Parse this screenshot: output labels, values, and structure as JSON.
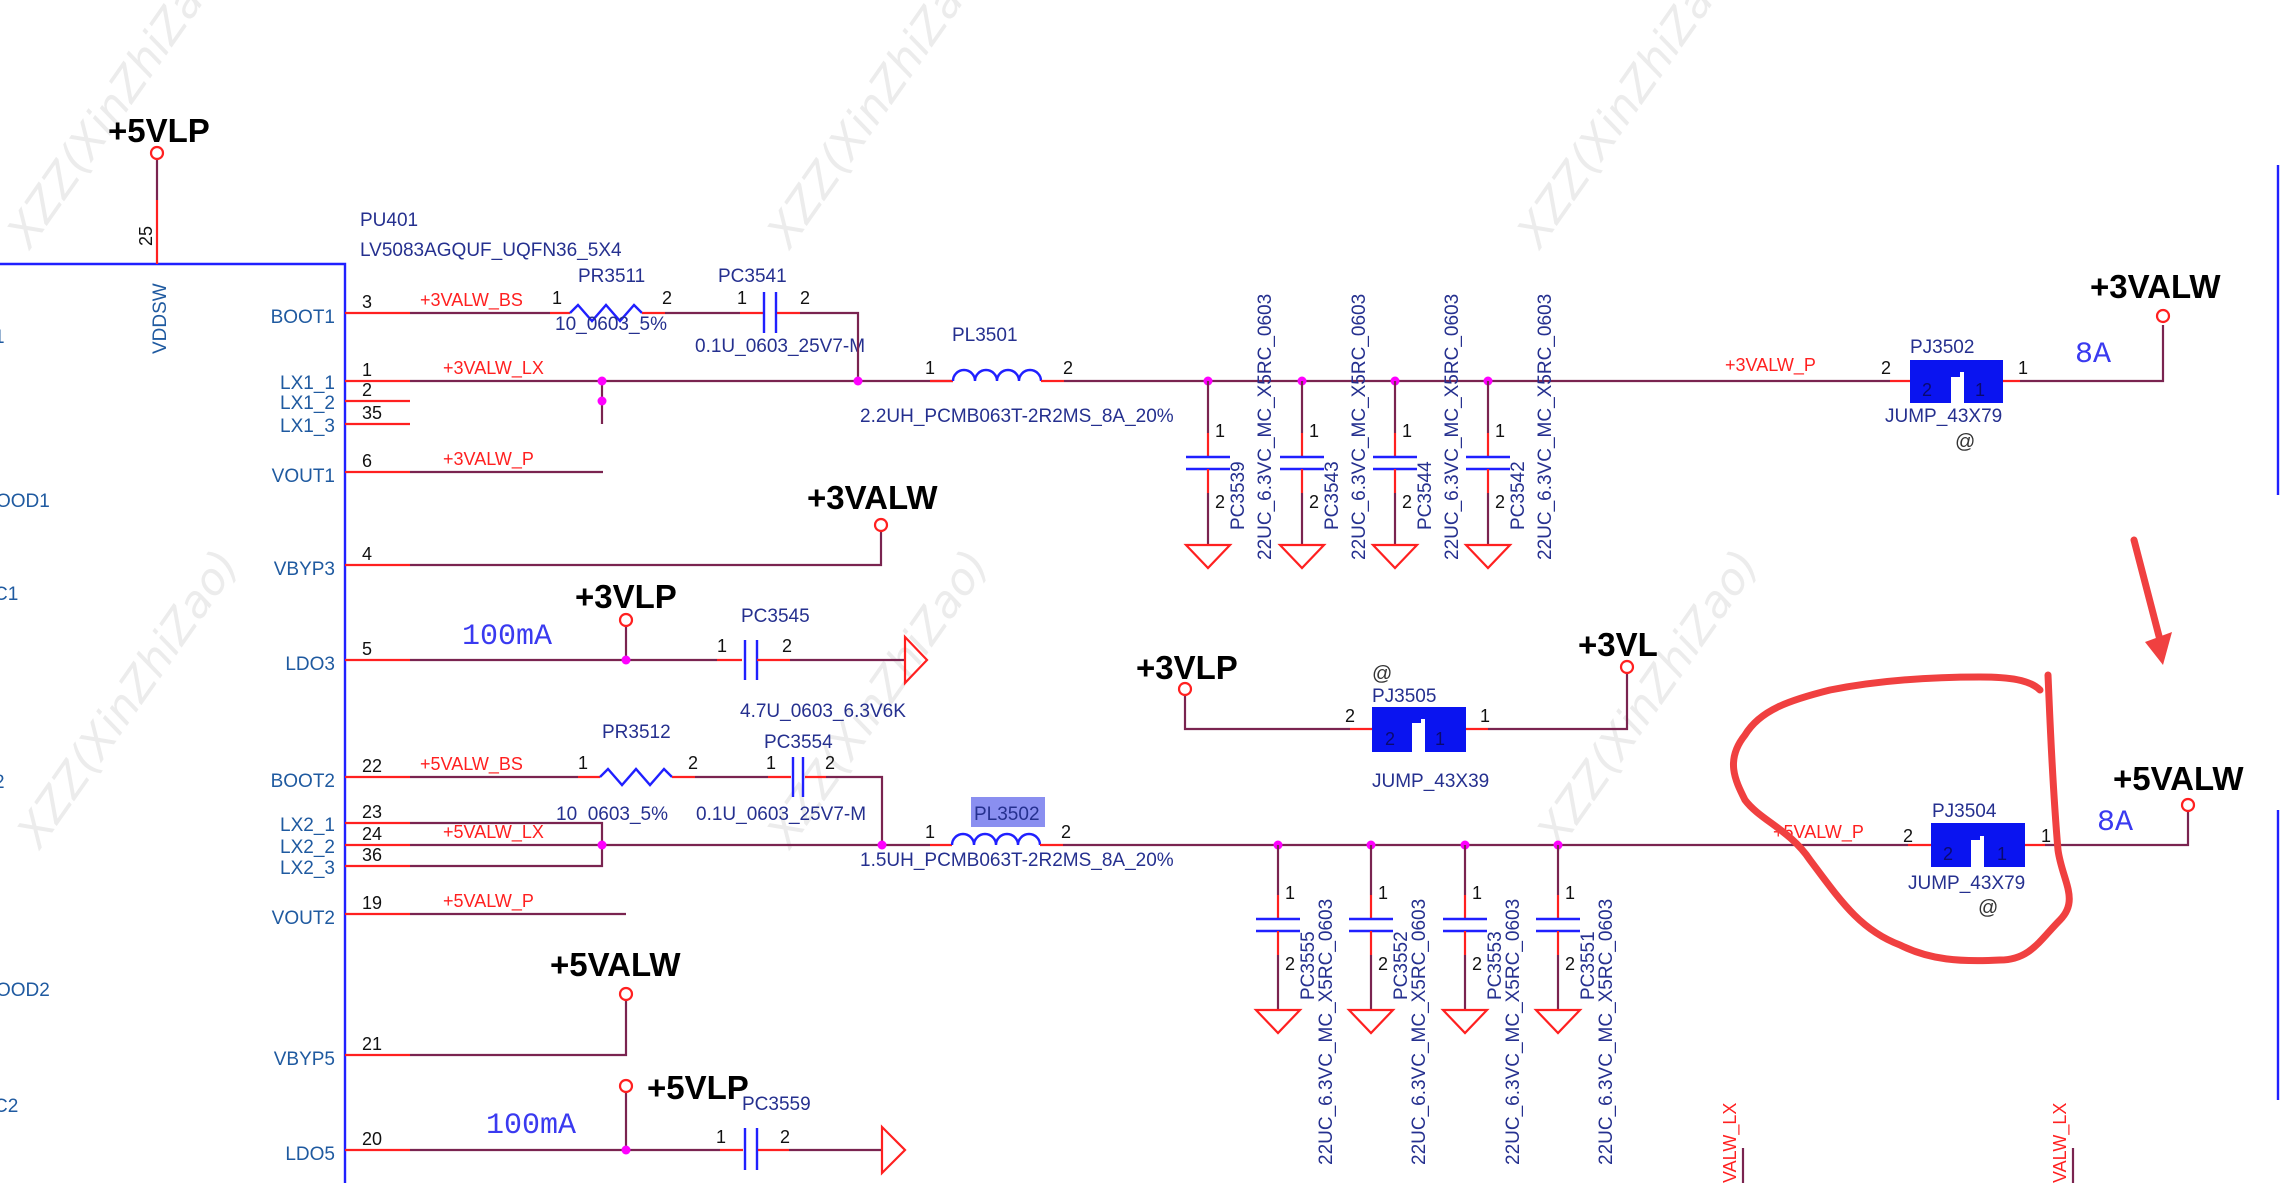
{
  "watermark": "XZZ(XinZhiZao)",
  "ic": {
    "refdes": "PU401",
    "part": "LV5083AGQUF_UQFN36_5X4",
    "top_pin": {
      "name": "VDDSW",
      "number": "25",
      "rail": "+5VLP"
    },
    "left_fragments": [
      "1",
      "OOD1",
      "C1",
      "2",
      "OOD2",
      "C2"
    ],
    "pins": [
      {
        "name": "BOOT1",
        "number": "3",
        "net": "+3VALW_BS"
      },
      {
        "name": "LX1_1",
        "number": "1",
        "net": "+3VALW_LX"
      },
      {
        "name": "LX1_2",
        "number": "2",
        "net": ""
      },
      {
        "name": "LX1_3",
        "number": "35",
        "net": ""
      },
      {
        "name": "VOUT1",
        "number": "6",
        "net": "+3VALW_P"
      },
      {
        "name": "VBYP3",
        "number": "4",
        "net": ""
      },
      {
        "name": "LDO3",
        "number": "5",
        "net": ""
      },
      {
        "name": "BOOT2",
        "number": "22",
        "net": "+5VALW_BS"
      },
      {
        "name": "LX2_1",
        "number": "23",
        "net": ""
      },
      {
        "name": "LX2_2",
        "number": "24",
        "net": "+5VALW_LX"
      },
      {
        "name": "LX2_3",
        "number": "36",
        "net": ""
      },
      {
        "name": "VOUT2",
        "number": "19",
        "net": "+5VALW_P"
      },
      {
        "name": "VBYP5",
        "number": "21",
        "net": ""
      },
      {
        "name": "LDO5",
        "number": "20",
        "net": ""
      }
    ]
  },
  "rails": {
    "vbyp3": "+3VALW",
    "ldo3": "+3VLP",
    "ldo3_current": "100mA",
    "vbyp5": "+5VALW",
    "ldo5": "+5VLP",
    "ldo5_current": "100mA",
    "out3": "+3VALW",
    "out3_current": "8A",
    "out5": "+5VALW",
    "out5_current": "8A",
    "pj3505_left": "+3VLP",
    "pj3505_right": "+3VL"
  },
  "components": {
    "PR3511": {
      "ref": "PR3511",
      "value": "10_0603_5%",
      "pin1": "1",
      "pin2": "2"
    },
    "PC3541": {
      "ref": "PC3541",
      "value": "0.1U_0603_25V7-M",
      "pin1": "1",
      "pin2": "2"
    },
    "PL3501": {
      "ref": "PL3501",
      "value": "2.2UH_PCMB063T-2R2MS_8A_20%",
      "pin1": "1",
      "pin2": "2"
    },
    "PC3545": {
      "ref": "PC3545",
      "value": "4.7U_0603_6.3V6K",
      "pin1": "1",
      "pin2": "2"
    },
    "PR3512": {
      "ref": "PR3512",
      "value": "10_0603_5%",
      "pin1": "1",
      "pin2": "2"
    },
    "PC3554": {
      "ref": "PC3554",
      "value": "0.1U_0603_25V7-M",
      "pin1": "1",
      "pin2": "2"
    },
    "PL3502": {
      "ref": "PL3502",
      "value": "1.5UH_PCMB063T-2R2MS_8A_20%",
      "pin1": "1",
      "pin2": "2"
    },
    "PC3559": {
      "ref": "PC3559",
      "pin1": "1",
      "pin2": "2"
    },
    "PJ3502": {
      "ref": "PJ3502",
      "value": "JUMP_43X79",
      "mark": "@",
      "net_in": "+3VALW_P",
      "pin1": "1",
      "pin2": "2"
    },
    "PJ3504": {
      "ref": "PJ3504",
      "value": "JUMP_43X79",
      "mark": "@",
      "net_in": "+5VALW_P",
      "pin1": "1",
      "pin2": "2"
    },
    "PJ3505": {
      "ref": "PJ3505",
      "value": "JUMP_43X39",
      "mark": "@",
      "pin1": "1",
      "pin2": "2"
    }
  },
  "cap_bank_3v": [
    {
      "ref": "PC3539",
      "value": "22UC_6.3VC_MC_X5RC_0603"
    },
    {
      "ref": "PC3543",
      "value": "22UC_6.3VC_MC_X5RC_0603"
    },
    {
      "ref": "PC3544",
      "value": "22UC_6.3VC_MC_X5RC_0603"
    },
    {
      "ref": "PC3542",
      "value": "22UC_6.3VC_MC_X5RC_0603"
    }
  ],
  "cap_bank_5v": [
    {
      "ref": "PC3555",
      "value": "22UC_6.3VC_MC_X5RC_0603"
    },
    {
      "ref": "PC3552",
      "value": "22UC_6.3VC_MC_X5RC_0603"
    },
    {
      "ref": "PC3553",
      "value": "22UC_6.3VC_MC_X5RC_0603"
    },
    {
      "ref": "PC3551",
      "value": "22UC_6.3VC_MC_X5RC_0603"
    }
  ],
  "bottom_nets": [
    "VALW_LX",
    "VALW_LX"
  ],
  "annotation": {
    "highlight": "PJ3504 circled in red",
    "arrow": "red arrow pointing to +5VALW"
  }
}
